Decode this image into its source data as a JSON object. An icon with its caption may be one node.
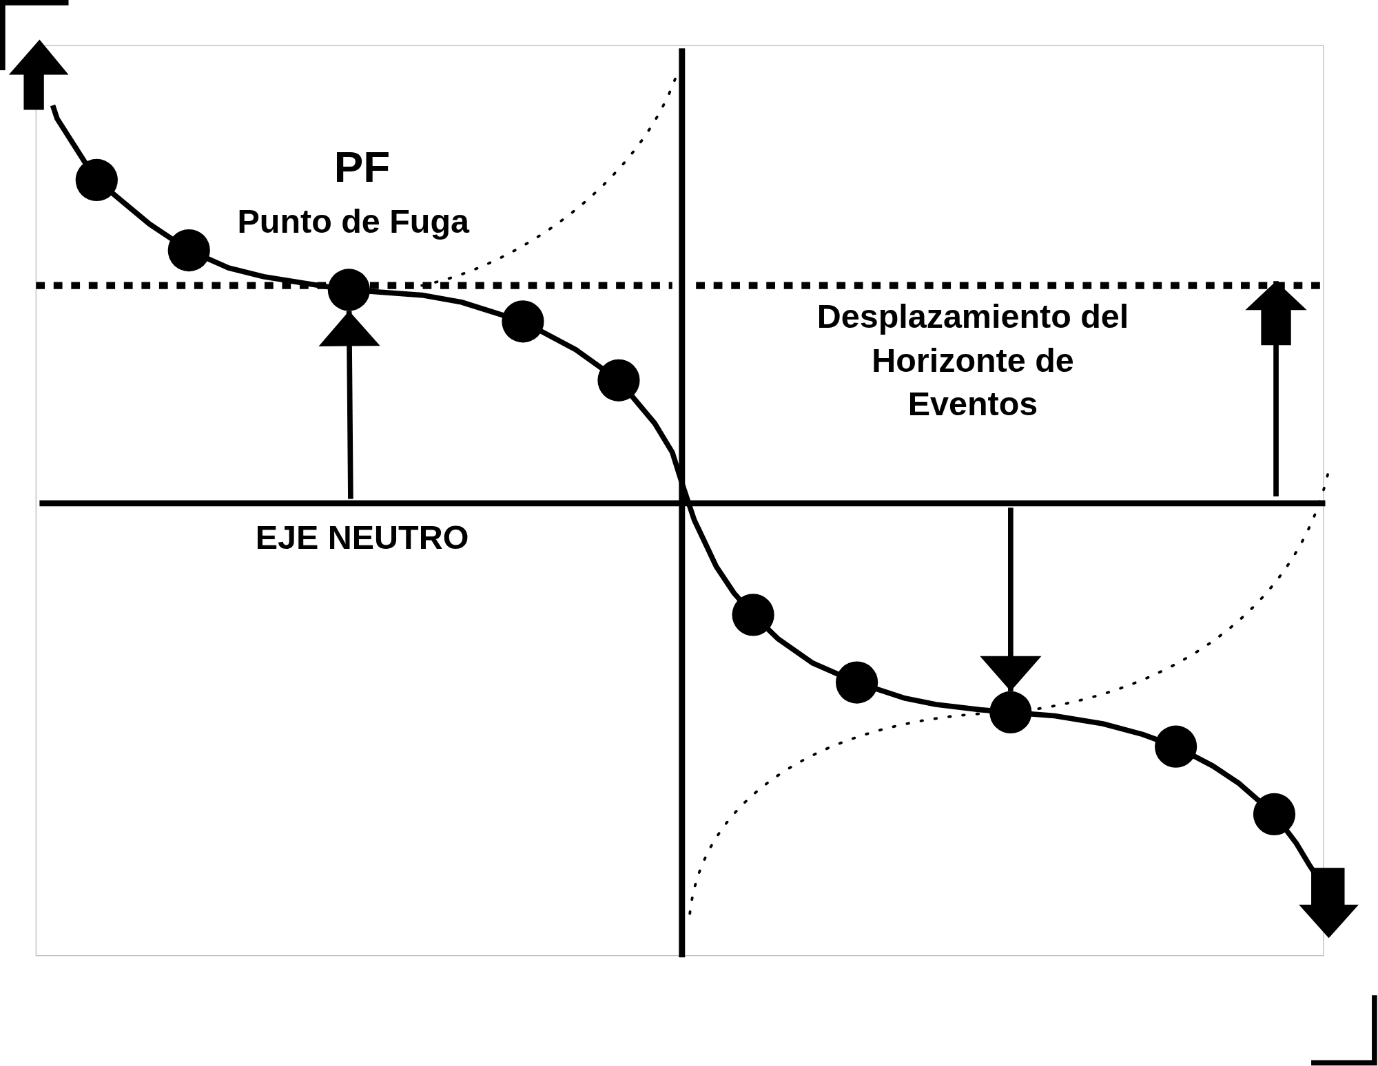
{
  "diagram": {
    "nodes": [
      {
        "text": [],
        "shape": "circle"
      },
      {
        "text": [],
        "shape": "circle"
      },
      {
        "text": [],
        "shape": "circle"
      },
      {
        "text": [],
        "shape": "circle"
      },
      {
        "text": [],
        "shape": "circle"
      },
      {
        "text": [],
        "shape": "circle"
      },
      {
        "text": [],
        "shape": "circle"
      },
      {
        "text": [],
        "shape": "circle"
      },
      {
        "text": [],
        "shape": "circle"
      },
      {
        "text": [],
        "shape": "circle"
      }
    ],
    "edges": [
      {
        "from": null,
        "to": 2,
        "arrow": "to"
      },
      {
        "from": null,
        "to": 7,
        "arrow": "to"
      }
    ],
    "labels": [
      "PF",
      "Punto de Fuga",
      "EJE NEUTRO",
      "Desplazamiento del Horizonte de Eventos"
    ]
  }
}
